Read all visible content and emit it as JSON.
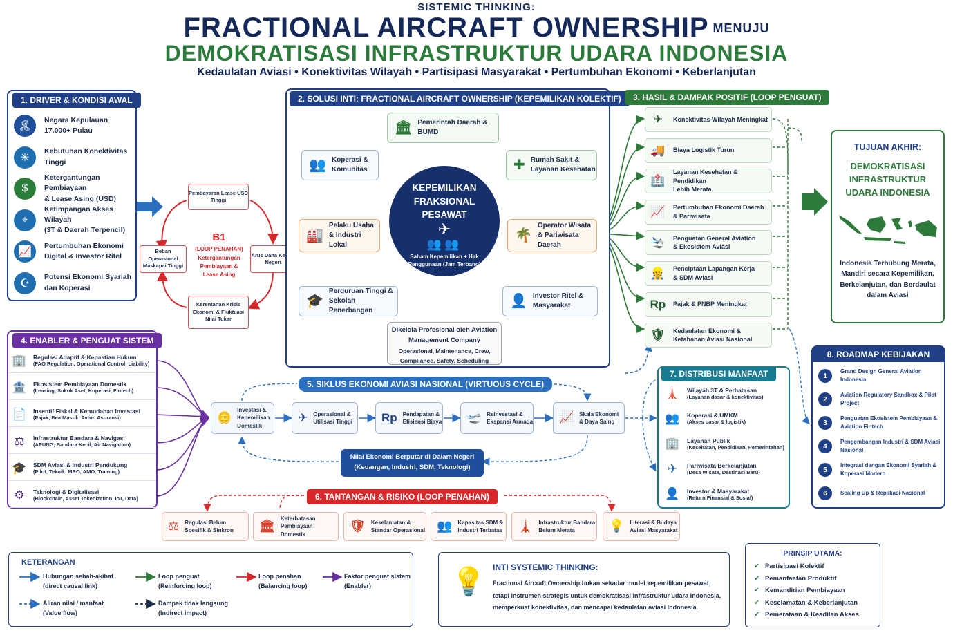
{
  "header": {
    "kicker": "SISTEMIC THINKING:",
    "title": "FRACTIONAL AIRCRAFT OWNERSHIP",
    "title_suffix": "MENUJU",
    "subtitle": "DEMOKRATISASI INFRASTRUKTUR UDARA INDONESIA",
    "tagline": "Kedaulatan Aviasi • Konektivitas Wilayah • Partisipasi Masyarakat • Pertumbuhan Ekonomi • Keberlanjutan"
  },
  "section1": {
    "title": "1. DRIVER & KONDISI AWAL",
    "items": [
      {
        "line1": "Negara Kepulauan",
        "line2": "17.000+ Pulau",
        "icon": "island-icon",
        "color": "#1f4f9a"
      },
      {
        "line1": "Kebutuhan Konektivitas",
        "line2": "Tinggi",
        "icon": "network-icon",
        "color": "#1f6fb0"
      },
      {
        "line1": "Ketergantungan Pembiayaan",
        "line2": "& Lease Asing (USD)",
        "icon": "dollar-icon",
        "color": "#2b7d3a"
      },
      {
        "line1": "Ketimpangan Akses Wilayah",
        "line2": "(3T & Daerah Terpencil)",
        "icon": "map-icon",
        "color": "#1f6fb0"
      },
      {
        "line1": "Pertumbuhan Ekonomi",
        "line2": "Digital & Investor Ritel",
        "icon": "growth-chart-icon",
        "color": "#1f6fb0"
      },
      {
        "line1": "Potensi Ekonomi Syariah",
        "line2": "dan Koperasi",
        "icon": "sharia-icon",
        "color": "#1f6fb0"
      }
    ]
  },
  "loop_b1": {
    "label": "B1",
    "title": "(LOOP PENAHAN)",
    "desc": "Ketergantungan Pembiayaan & Lease Asing",
    "nodes": {
      "top": "Pembayaran Lease USD Tinggi",
      "right": "Arus Dana Keluar Negeri",
      "bottom": "Kerentanan Krisis Ekonomi & Fluktuasi Nilai Tukar",
      "left": "Beban Operasional Maskapai Tinggi"
    }
  },
  "section2": {
    "title": "2. SOLUSI INTI: FRACTIONAL AIRCRAFT OWNERSHIP (KEPEMILIKAN KOLEKTIF)",
    "center_title": "KEPEMILIKAN FRAKSIONAL PESAWAT",
    "center_caption": "Saham Kepemilikan + Hak Penggunaan (Jam Terbang)",
    "stakeholders": {
      "pemda": "Pemerintah Daerah & BUMD",
      "koperasi": "Koperasi & Komunitas",
      "rs": "Rumah Sakit & Layanan Kesehatan",
      "pelaku": "Pelaku Usaha & Industri Lokal",
      "wisata": "Operator Wisata & Pariwisata Daerah",
      "pt": "Perguruan Tinggi & Sekolah Penerbangan",
      "investor": "Investor Ritel & Masyarakat"
    },
    "managed_title": "Dikelola Profesional oleh Aviation Management Company",
    "managed_sub": "Operasional, Maintenance, Crew, Compliance, Safety, Scheduling"
  },
  "section3": {
    "title": "3. HASIL & DAMPAK POSITIF (LOOP PENGUAT)",
    "items": [
      {
        "line1": "Konektivitas Wilayah Meningkat",
        "line2": "",
        "icon": "plane-icon"
      },
      {
        "line1": "Biaya Logistik Turun",
        "line2": "",
        "icon": "truck-icon"
      },
      {
        "line1": "Layanan Kesehatan & Pendidikan",
        "line2": "Lebih Merata",
        "icon": "hospital-icon"
      },
      {
        "line1": "Pertumbuhan Ekonomi Daerah",
        "line2": "& Pariwisata",
        "icon": "growth-chart-icon"
      },
      {
        "line1": "Penguatan General Aviation",
        "line2": "& Ekosistem Aviasi",
        "icon": "runway-icon"
      },
      {
        "line1": "Penciptaan Lapangan Kerja",
        "line2": "& SDM Aviasi",
        "icon": "worker-icon"
      },
      {
        "line1": "Pajak & PNBP Meningkat",
        "line2": "",
        "icon": "rupiah-icon"
      },
      {
        "line1": "Kedaulatan Ekonomi &",
        "line2": "Ketahanan Aviasi Nasional",
        "icon": "shield-icon"
      }
    ]
  },
  "goal": {
    "label": "TUJUAN AKHIR:",
    "title": "DEMOKRATISASI INFRASTRUKTUR UDARA INDONESIA",
    "desc": "Indonesia Terhubung Merata, Mandiri secara Kepemilikan, Berkelanjutan, dan Berdaulat dalam Aviasi"
  },
  "section4": {
    "title": "4. ENABLER & PENGUAT SISTEM",
    "items": [
      {
        "title": "Regulasi Adaptif & Kepastian Hukum",
        "sub": "(FAO Regulation, Operational Control, Liability)",
        "icon": "building-icon"
      },
      {
        "title": "Ekosistem Pembiayaan Domestik",
        "sub": "(Leasing, Sukuk Aset, Koperasi, Fintech)",
        "icon": "finance-icon"
      },
      {
        "title": "Insentif Fiskal & Kemudahan Investasi",
        "sub": "(Pajak, Bea Masuk, Avtur, Asuransi)",
        "icon": "document-icon"
      },
      {
        "title": "Infrastruktur Bandara & Navigasi",
        "sub": "(APUNG, Bandara Kecil, Air Navigation)",
        "icon": "gavel-icon"
      },
      {
        "title": "SDM Aviasi & Industri Pendukung",
        "sub": "(Pilot, Teknik, MRO, AMO, Training)",
        "icon": "training-icon"
      },
      {
        "title": "Teknologi & Digitalisasi",
        "sub": "(Blockchain, Asset Tokenization, IoT, Data)",
        "icon": "gears-icon"
      }
    ]
  },
  "section5": {
    "title": "5. SIKLUS EKONOMI AVIASI NASIONAL (VIRTUOUS CYCLE)",
    "steps": [
      {
        "label": "Investasi & Kepemilikan Domestik",
        "icon": "coins-icon"
      },
      {
        "label": "Operasional & Utilisasi Tinggi",
        "icon": "plane-icon"
      },
      {
        "label": "Pendapatan & Efisiensi Biaya",
        "icon": "rupiah-icon"
      },
      {
        "label": "Reinvestasi & Ekspansi Armada",
        "icon": "fleet-icon"
      },
      {
        "label": "Skala Ekonomi & Daya Saing",
        "icon": "growth-chart-icon"
      }
    ],
    "footer": "Nilai Ekonomi Berputar di Dalam Negeri (Keuangan, Industri, SDM, Teknologi)"
  },
  "section6": {
    "title": "6. TANTANGAN & RISIKO (LOOP PENAHAN)",
    "items": [
      {
        "label": "Regulasi Belum Spesifik & Sinkron",
        "icon": "gavel-icon"
      },
      {
        "label": "Keterbatasan Pembiayaan Domestik",
        "icon": "bank-icon"
      },
      {
        "label": "Keselamatan & Standar Operasional",
        "icon": "shield-icon"
      },
      {
        "label": "Kapasitas SDM & Industri Terbatas",
        "icon": "people-icon"
      },
      {
        "label": "Infrastruktur Bandara Belum Merata",
        "icon": "tower-icon"
      },
      {
        "label": "Literasi & Budaya Aviasi Masyarakat",
        "icon": "bulb-head-icon"
      }
    ]
  },
  "section7": {
    "title": "7. DISTRIBUSI MANFAAT",
    "items": [
      {
        "title": "Wilayah 3T & Perbatasan",
        "sub": "(Layanan dasar & konektivitas)",
        "icon": "tower-icon"
      },
      {
        "title": "Koperasi & UMKM",
        "sub": "(Akses pasar & logistik)",
        "icon": "people-icon"
      },
      {
        "title": "Layanan Publik",
        "sub": "(Kesehatan, Pendidikan, Pemerintahan)",
        "icon": "building-icon"
      },
      {
        "title": "Pariwisata Berkelanjutan",
        "sub": "(Desa Wisata, Destinasi Baru)",
        "icon": "plane-icon"
      },
      {
        "title": "Investor & Masyarakat",
        "sub": "(Return Finansial & Sosial)",
        "icon": "person-icon"
      }
    ]
  },
  "section8": {
    "title": "8. ROADMAP KEBIJAKAN",
    "items": [
      {
        "num": "1",
        "label": "Grand Design General Aviation Indonesia"
      },
      {
        "num": "2",
        "label": "Aviation Regulatory Sandbox & Pilot Project"
      },
      {
        "num": "3",
        "label": "Penguatan Ekosistem Pembiayaan & Aviation Fintech"
      },
      {
        "num": "4",
        "label": "Pengembangan Industri & SDM Aviasi Nasional"
      },
      {
        "num": "5",
        "label": "Integrasi dengan Ekonomi Syariah & Koperasi Modern"
      },
      {
        "num": "6",
        "label": "Scaling Up & Replikasi Nasional"
      }
    ]
  },
  "legend": {
    "title": "KETERANGAN",
    "items": [
      {
        "l1": "Hubungan sebab-akibat",
        "l2": "(direct causal link)",
        "color": "#2a6fc0",
        "dashed": false
      },
      {
        "l1": "Loop penguat",
        "l2": "(Reinforcing loop)",
        "color": "#2d7a3a",
        "dashed": false
      },
      {
        "l1": "Loop penahan",
        "l2": "(Balancing loop)",
        "color": "#d6282b",
        "dashed": false
      },
      {
        "l1": "Faktor penguat sistem",
        "l2": "(Enabler)",
        "color": "#6a2fa0",
        "dashed": false
      },
      {
        "l1": "Aliran nilai / manfaat",
        "l2": "(Value flow)",
        "color": "#2a6fc0",
        "dashed": true
      },
      {
        "l1": "Dampak tidak langsung",
        "l2": "(Indirect impact)",
        "color": "#1c2b4a",
        "dashed": true
      }
    ]
  },
  "core": {
    "title": "INTI SYSTEMIC THINKING:",
    "l1": "Fractional Aircraft Ownership bukan sekadar model kepemilikan pesawat,",
    "l2": "tetapi instrumen strategis untuk demokratisasi infrastruktur udara Indonesia,",
    "l3": "memperkuat konektivitas, dan mencapai kedaulatan aviasi Indonesia."
  },
  "principles": {
    "title": "PRINSIP UTAMA:",
    "items": [
      "Partisipasi Kolektif",
      "Pemanfaatan Produktif",
      "Kemandirian Pembiayaan",
      "Keselamatan & Keberlanjutan",
      "Pemerataan & Keadilan Akses"
    ]
  }
}
